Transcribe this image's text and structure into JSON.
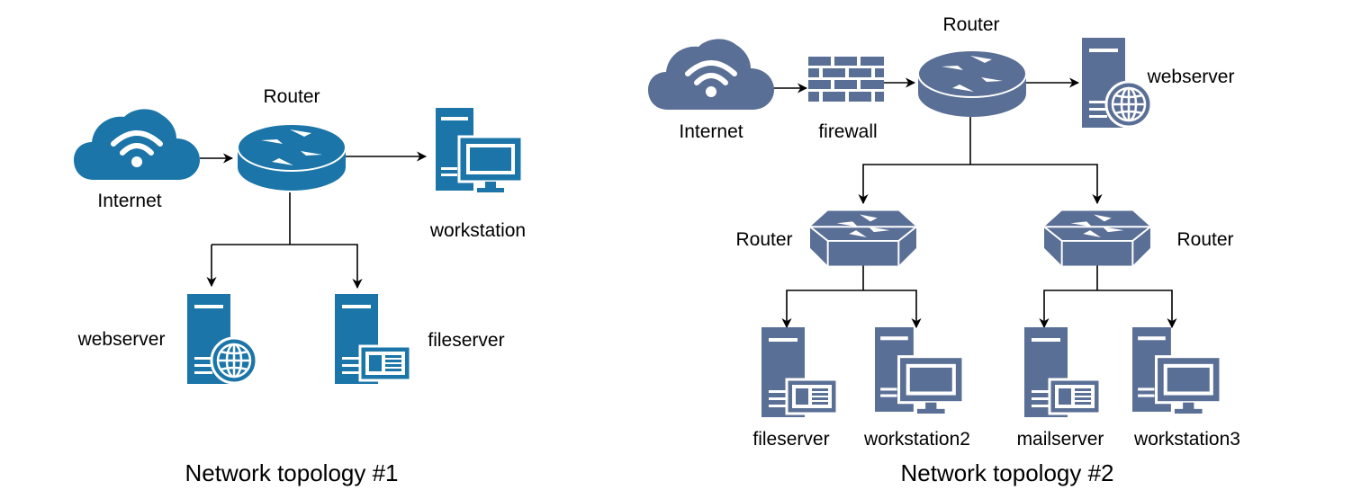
{
  "colors": {
    "topology1": "#1b75a8",
    "topology2": "#5a6f96",
    "line": "#000000",
    "background": "#ffffff"
  },
  "topology1": {
    "caption": "Network topology #1",
    "internet": {
      "label": "Internet",
      "icon": "cloud-wifi-icon"
    },
    "router": {
      "label": "Router",
      "icon": "router-icon"
    },
    "workstation": {
      "label": "workstation",
      "icon": "workstation-icon"
    },
    "webserver": {
      "label": "webserver",
      "icon": "webserver-icon"
    },
    "fileserver": {
      "label": "fileserver",
      "icon": "fileserver-icon"
    }
  },
  "topology2": {
    "caption": "Network topology #2",
    "internet": {
      "label": "Internet",
      "icon": "cloud-wifi-icon"
    },
    "firewall": {
      "label": "firewall",
      "icon": "firewall-icon"
    },
    "router": {
      "label": "Router",
      "icon": "router-icon"
    },
    "webserver": {
      "label": "webserver",
      "icon": "webserver-icon"
    },
    "router_left": {
      "label": "Router",
      "icon": "router-hex-icon"
    },
    "router_right": {
      "label": "Router",
      "icon": "router-hex-icon"
    },
    "fileserver": {
      "label": "fileserver",
      "icon": "fileserver-icon"
    },
    "workstation2": {
      "label": "workstation2",
      "icon": "workstation-icon"
    },
    "mailserver": {
      "label": "mailserver",
      "icon": "mailserver-icon"
    },
    "workstation3": {
      "label": "workstation3",
      "icon": "workstation-icon"
    }
  }
}
